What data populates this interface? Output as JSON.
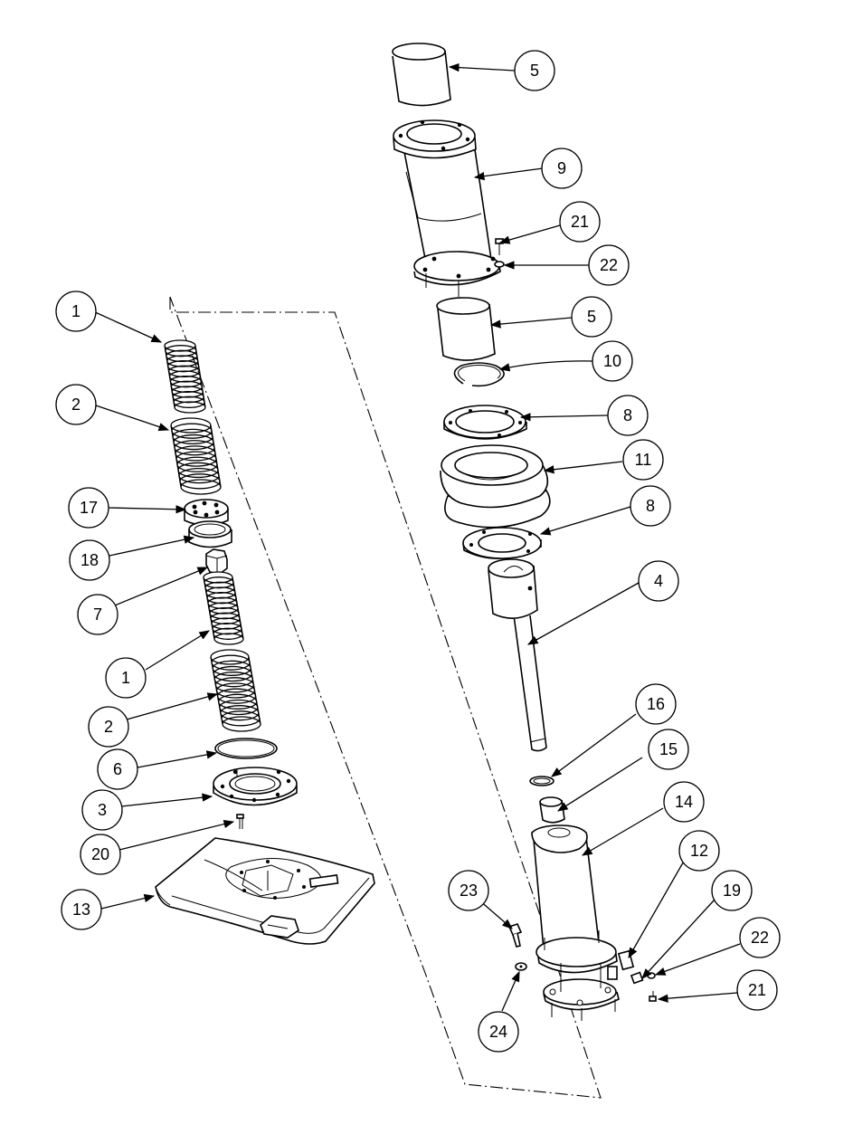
{
  "diagram": {
    "callouts": [
      {
        "id": "c1",
        "label": "5"
      },
      {
        "id": "c2",
        "label": "9"
      },
      {
        "id": "c3",
        "label": "21"
      },
      {
        "id": "c4",
        "label": "22"
      },
      {
        "id": "c5",
        "label": "5"
      },
      {
        "id": "c6",
        "label": "10"
      },
      {
        "id": "c7",
        "label": "8"
      },
      {
        "id": "c8",
        "label": "11"
      },
      {
        "id": "c9",
        "label": "8"
      },
      {
        "id": "c10",
        "label": "4"
      },
      {
        "id": "c11",
        "label": "16"
      },
      {
        "id": "c12",
        "label": "15"
      },
      {
        "id": "c13",
        "label": "14"
      },
      {
        "id": "c14",
        "label": "12"
      },
      {
        "id": "c15",
        "label": "19"
      },
      {
        "id": "c16",
        "label": "22"
      },
      {
        "id": "c17",
        "label": "21"
      },
      {
        "id": "c18",
        "label": "23"
      },
      {
        "id": "c19",
        "label": "24"
      },
      {
        "id": "c20",
        "label": "1"
      },
      {
        "id": "c21",
        "label": "2"
      },
      {
        "id": "c22",
        "label": "17"
      },
      {
        "id": "c23",
        "label": "18"
      },
      {
        "id": "c24",
        "label": "7"
      },
      {
        "id": "c25",
        "label": "1"
      },
      {
        "id": "c26",
        "label": "2"
      },
      {
        "id": "c27",
        "label": "6"
      },
      {
        "id": "c28",
        "label": "3"
      },
      {
        "id": "c29",
        "label": "20"
      },
      {
        "id": "c30",
        "label": "13"
      }
    ]
  }
}
